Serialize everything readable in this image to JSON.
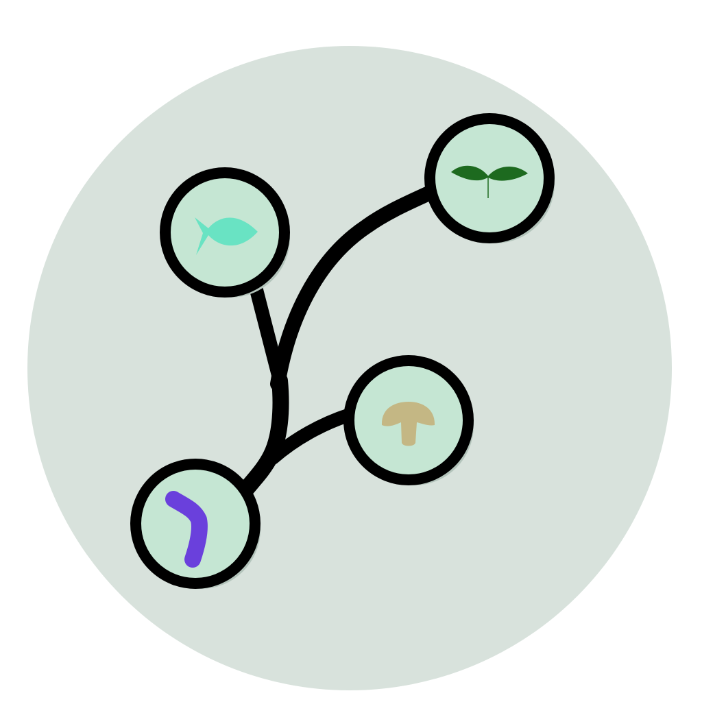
{
  "colors": {
    "page_background": "#ffffff",
    "disc": "#d8e2dc",
    "node_fill": "#c5e6d3",
    "node_outline": "#000000",
    "node_shadow": "#b3c4bb",
    "branch": "#000000",
    "fish": "#69e3c3",
    "sprout": "#1d6a1f",
    "mushroom": "#c4b784",
    "bacterium": "#6a40dc"
  },
  "nodes": [
    {
      "id": "fish",
      "icon": "fish-icon"
    },
    {
      "id": "sprout",
      "icon": "sprout-icon"
    },
    {
      "id": "mushroom",
      "icon": "mushroom-icon"
    },
    {
      "id": "bacterium",
      "icon": "bacterium-icon"
    }
  ]
}
